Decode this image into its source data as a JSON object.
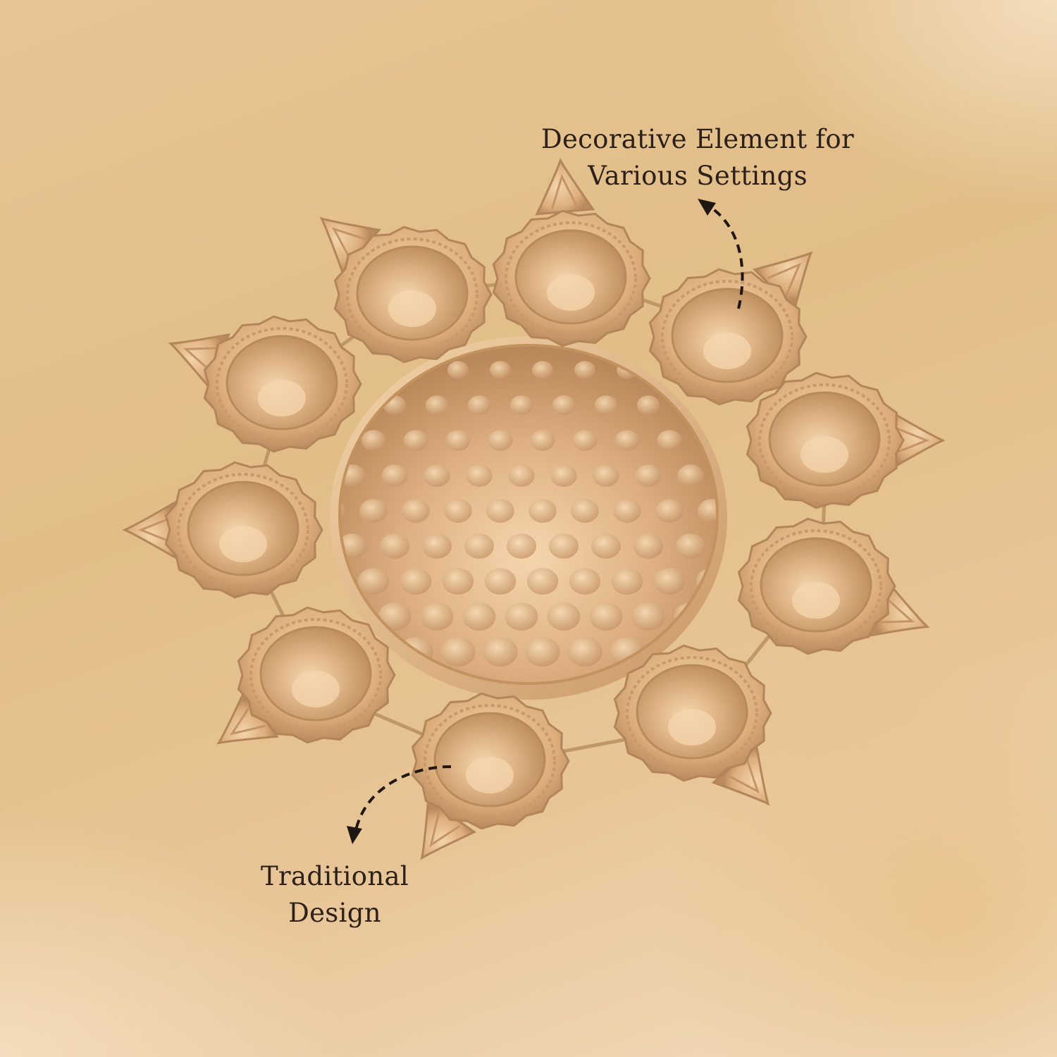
{
  "annotations": {
    "top": {
      "line1": "Decorative Element for",
      "line2": "Various Settings"
    },
    "bottom": {
      "line1": "Traditional",
      "line2": "Design"
    }
  },
  "colors": {
    "background": "#e6c494",
    "metal": "#dcb07e",
    "text": "#2b2118"
  },
  "product": {
    "diya_count": 10
  }
}
